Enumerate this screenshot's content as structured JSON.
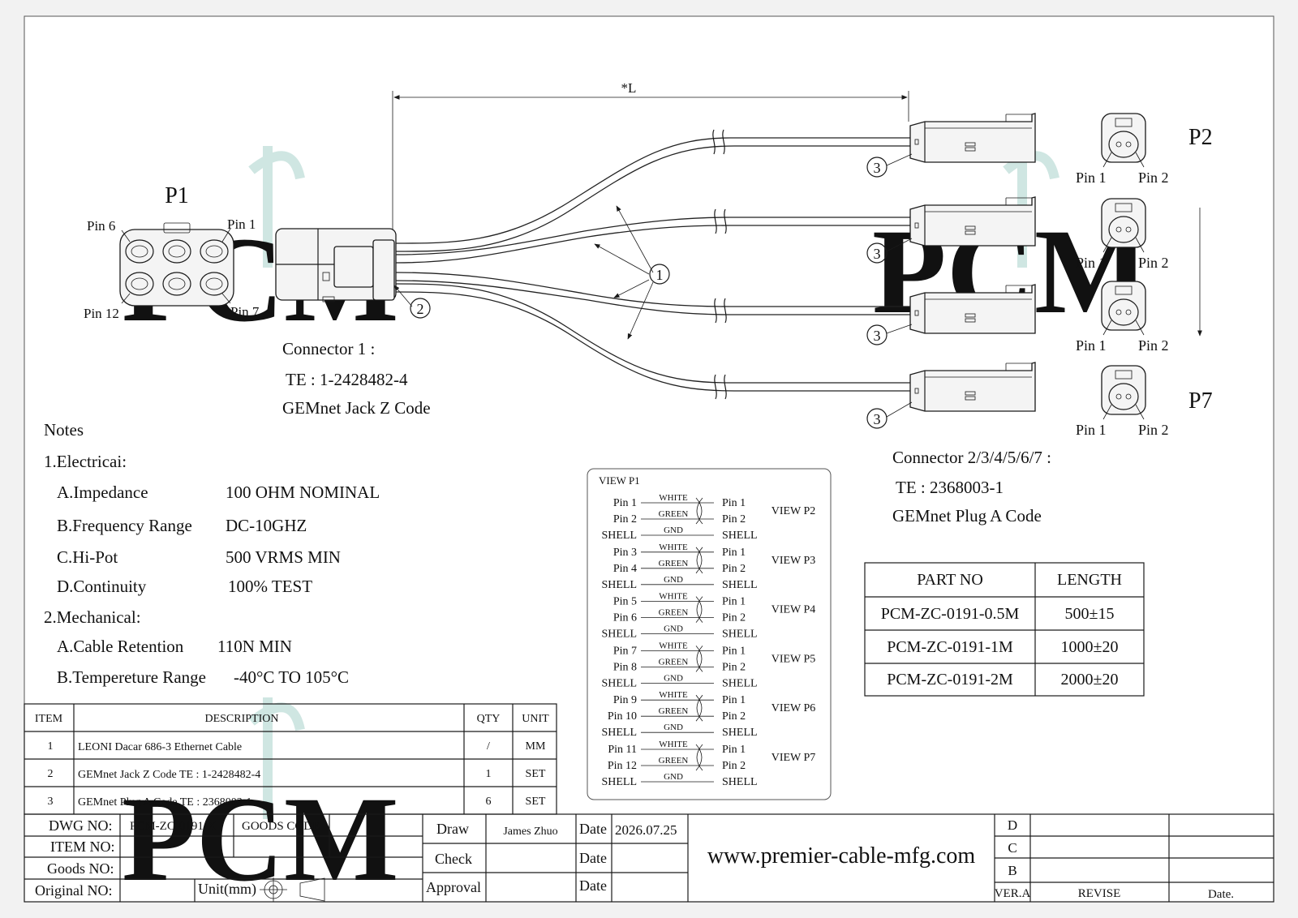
{
  "watermark": "PCM",
  "dimension_label": "*L",
  "p1": {
    "title": "P1",
    "pins": [
      "Pin 6",
      "Pin 1",
      "Pin 12",
      "Pin 7"
    ]
  },
  "balloons": [
    "1",
    "2",
    "3"
  ],
  "connector1": {
    "line1": "Connector 1 :",
    "line2": "TE : 1-2428482-4",
    "line3": "GEMnet Jack Z Code"
  },
  "connector2": {
    "line1": "Connector 2/3/4/5/6/7 :",
    "line2": "TE : 2368003-1",
    "line3": "GEMnet Plug A Code"
  },
  "plug_labels": {
    "top": "P2",
    "bottom": "P7",
    "pin1": "Pin 1",
    "pin2": "Pin 2"
  },
  "notes": {
    "title": "Notes",
    "electrical_title": "1.Electricai:",
    "electrical": [
      {
        "label": "A.Impedance",
        "value": "100 OHM NOMINAL"
      },
      {
        "label": "B.Frequency Range",
        "value": "DC-10GHZ"
      },
      {
        "label": "C.Hi-Pot",
        "value": "500 VRMS MIN"
      },
      {
        "label": "D.Continuity",
        "value": "100% TEST"
      }
    ],
    "mechanical_title": "2.Mechanical:",
    "mechanical": [
      {
        "label": "A.Cable Retention",
        "value": "110N MIN"
      },
      {
        "label": "B.Tempereture Range",
        "value": "-40°C TO 105°C"
      }
    ]
  },
  "wiring": {
    "title": "VIEW P1",
    "wire_labels": [
      "WHITE",
      "GREEN",
      "GND"
    ],
    "shell": "SHELL",
    "groups": [
      {
        "left": [
          "Pin 1",
          "Pin 2"
        ],
        "right": [
          "Pin 1",
          "Pin 2"
        ],
        "view": "VIEW P2"
      },
      {
        "left": [
          "Pin 3",
          "Pin 4"
        ],
        "right": [
          "Pin 1",
          "Pin 2"
        ],
        "view": "VIEW P3"
      },
      {
        "left": [
          "Pin 5",
          "Pin 6"
        ],
        "right": [
          "Pin 1",
          "Pin 2"
        ],
        "view": "VIEW P4"
      },
      {
        "left": [
          "Pin 7",
          "Pin 8"
        ],
        "right": [
          "Pin 1",
          "Pin 2"
        ],
        "view": "VIEW P5"
      },
      {
        "left": [
          "Pin 9",
          "Pin 10"
        ],
        "right": [
          "Pin 1",
          "Pin 2"
        ],
        "view": "VIEW P6"
      },
      {
        "left": [
          "Pin 11",
          "Pin 12"
        ],
        "right": [
          "Pin 1",
          "Pin 2"
        ],
        "view": "VIEW P7"
      }
    ]
  },
  "parts_table": {
    "headers": [
      "PART NO",
      "LENGTH"
    ],
    "rows": [
      [
        "PCM-ZC-0191-0.5M",
        "500±15"
      ],
      [
        "PCM-ZC-0191-1M",
        "1000±20"
      ],
      [
        "PCM-ZC-0191-2M",
        "2000±20"
      ]
    ]
  },
  "bom": {
    "headers": [
      "ITEM",
      "DESCRIPTION",
      "QTY",
      "UNIT"
    ],
    "rows": [
      [
        "1",
        "LEONI Dacar 686-3 Ethernet Cable",
        "/",
        "MM"
      ],
      [
        "2",
        "GEMnet Jack Z Code TE : 1-2428482-4",
        "1",
        "SET"
      ],
      [
        "3",
        "GEMnet Plug A Code TE : 2368003-1",
        "6",
        "SET"
      ]
    ]
  },
  "title_block": {
    "dwg_no_label": "DWG NO:",
    "dwg_no": "PCM-ZC-0191-X",
    "goods_code": "GOODS CODE",
    "item_no_label": "ITEM NO:",
    "goods_no_label": "Goods NO:",
    "original_no_label": "Original NO:",
    "unit": "Unit(mm)",
    "draw_label": "Draw",
    "draw_name": "James Zhuo",
    "check_label": "Check",
    "approval_label": "Approval",
    "date_label": "Date",
    "date_value": "2026.07.25",
    "website": "www.premier-cable-mfg.com",
    "rev_letters": [
      "D",
      "C",
      "B"
    ],
    "ver": "VER.A",
    "revise": "REVISE",
    "rev_date": "Date."
  }
}
